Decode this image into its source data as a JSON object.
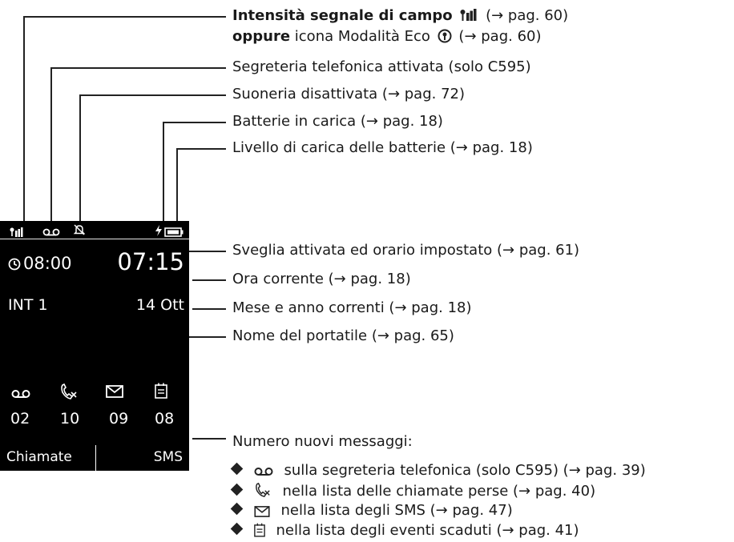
{
  "phone": {
    "alarm_time": "08:00",
    "current_time": "07:15",
    "handset_name": "INT 1",
    "date": "14 Ott",
    "counts": [
      "02",
      "10",
      "09",
      "08"
    ],
    "softkey_left": "Chiamate",
    "softkey_right": "SMS"
  },
  "annotations": {
    "signal_bold": "Intensità segnale di campo",
    "signal_ref": "(→ pag. 60)",
    "eco_bold": "oppure",
    "eco_text": "icona Modalità Eco",
    "eco_ref": "(→ pag. 60)",
    "answering": "Segreteria telefonica attivata (solo C595)",
    "ringer": "Suoneria disattivata (→ pag. 72)",
    "charging": "Batterie in carica (→ pag. 18)",
    "battery_level": "Livello di carica delle batterie (→ pag. 18)",
    "alarm": "Sveglia attivata ed orario impostato (→ pag. 61)",
    "time": "Ora corrente (→ pag. 18)",
    "month": "Mese e anno correnti (→ pag. 18)",
    "handset": "Nome del portatile (→ pag. 65)",
    "messages_title": "Numero nuovi messaggi:",
    "msg_items": [
      "sulla segreteria telefonica (solo C595) (→ pag. 39)",
      "nella lista delle chiamate perse (→ pag. 40)",
      "nella lista degli SMS (→ pag. 47)",
      "nella lista degli eventi scaduti (→ pag. 41)"
    ]
  },
  "icons": [
    "signal-icon",
    "answering-machine-icon",
    "ringer-off-icon",
    "charging-icon",
    "battery-icon",
    "eco-mode-icon",
    "alarm-clock-icon",
    "missed-call-icon",
    "envelope-icon",
    "calendar-icon"
  ]
}
